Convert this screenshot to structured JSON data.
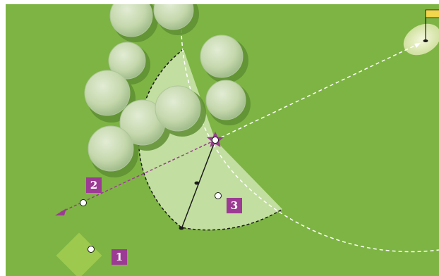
{
  "markers": {
    "one": "1",
    "two": "2",
    "three": "3"
  },
  "colors": {
    "grass": "#7db443",
    "play_zone": "#c2dea0",
    "tee_box": "#9cc94e",
    "tree": "#c7d8b1",
    "tree_shadow": "#5f8f33",
    "green": "#e7efc6",
    "flag": "#f2d64b",
    "marker": "#9c3b93",
    "path": "#ffffff"
  },
  "icons": [
    "tree-icon",
    "flag-icon",
    "ball-icon",
    "player-star-icon",
    "arrow-head-icon"
  ]
}
